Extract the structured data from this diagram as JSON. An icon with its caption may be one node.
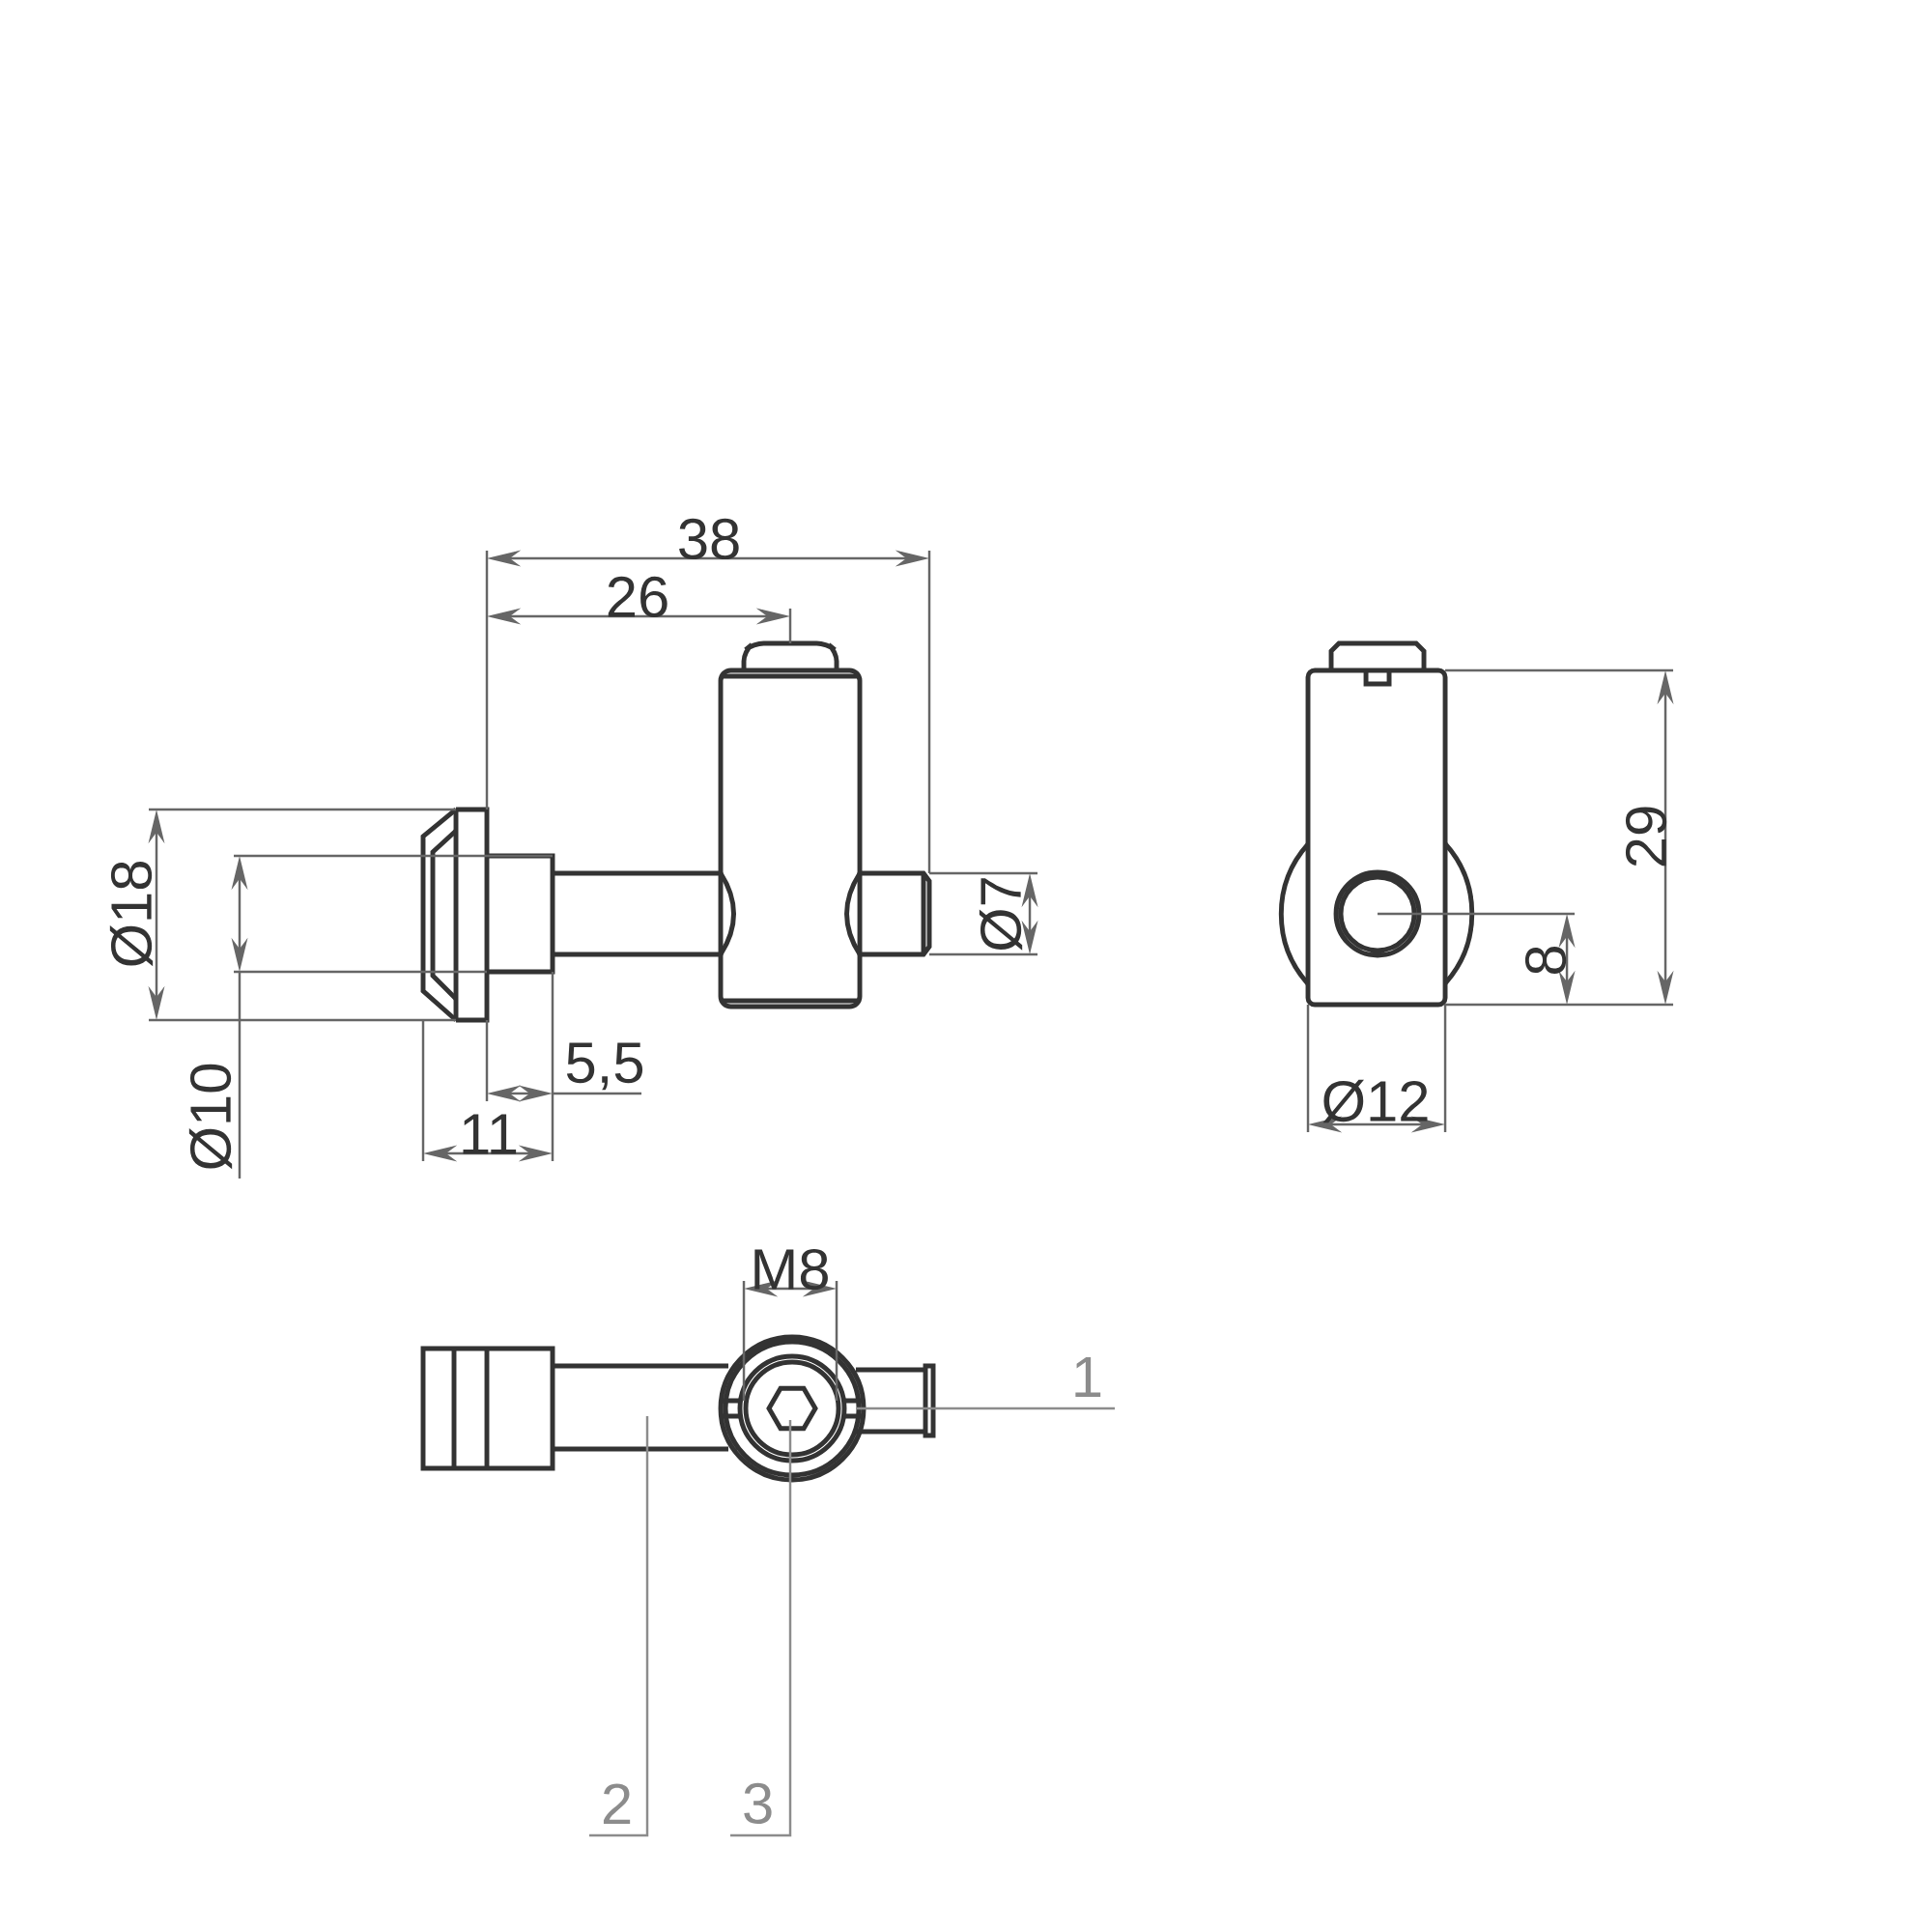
{
  "diagram": {
    "nodes": [
      {
        "text": [
          "1"
        ]
      },
      {
        "text": [
          "2"
        ]
      },
      {
        "text": [
          "3"
        ]
      }
    ],
    "edges": [
      {
        "from": 0,
        "to": null,
        "arrow": "none"
      },
      {
        "from": 1,
        "to": null,
        "arrow": "none"
      },
      {
        "from": 2,
        "to": null,
        "arrow": "none"
      }
    ],
    "labels": [
      "38",
      "26",
      "29",
      "Ø18",
      "Ø7",
      "8",
      "5,5",
      "Ø12",
      "Ø10",
      "11",
      "M8"
    ]
  }
}
